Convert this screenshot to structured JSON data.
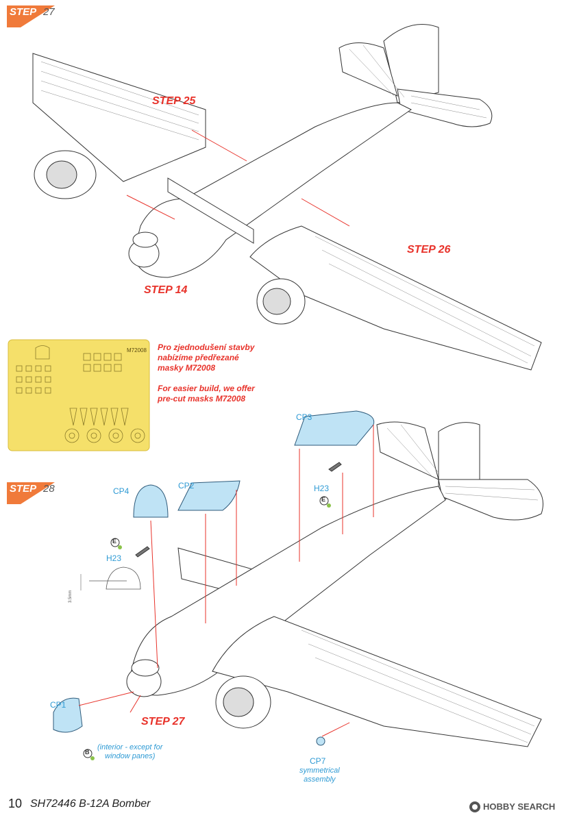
{
  "step_a": {
    "label": "STEP",
    "number": "27"
  },
  "step_b": {
    "label": "STEP",
    "number": "28"
  },
  "refs": {
    "step25": "STEP 25",
    "step26": "STEP 26",
    "step14": "STEP 14",
    "step27": "STEP 27"
  },
  "mask_note": {
    "cz_line1": "Pro zjednodušení stavby",
    "cz_line2": "nabízíme předřezané",
    "cz_line3": "masky M72008",
    "en_line1": "For easier build, we offer",
    "en_line2": "pre-cut masks M72008",
    "sheet_code": "M72008"
  },
  "parts": {
    "cp1": "CP1",
    "cp2": "CP2",
    "cp3": "CP3",
    "cp4": "CP4",
    "cp7": "CP7",
    "h23_a": "H23",
    "h23_b": "H23",
    "e_a": "E",
    "e_b": "E",
    "b": "B",
    "dim": "3.5mm"
  },
  "notes": {
    "interior_line1": "(interior - except for",
    "interior_line2": "window panes)",
    "sym_line1": "symmetrical",
    "sym_line2": "assembly"
  },
  "footer": {
    "page": "10",
    "title": "SH72446 B-12A Bomber"
  },
  "watermark": {
    "brand": "HOBBY SEARCH"
  },
  "colors": {
    "accent": "#e8322a",
    "badge": "#f07a3a",
    "clear_part": "#bfe3f5",
    "mask_sheet": "#f5e06a"
  }
}
